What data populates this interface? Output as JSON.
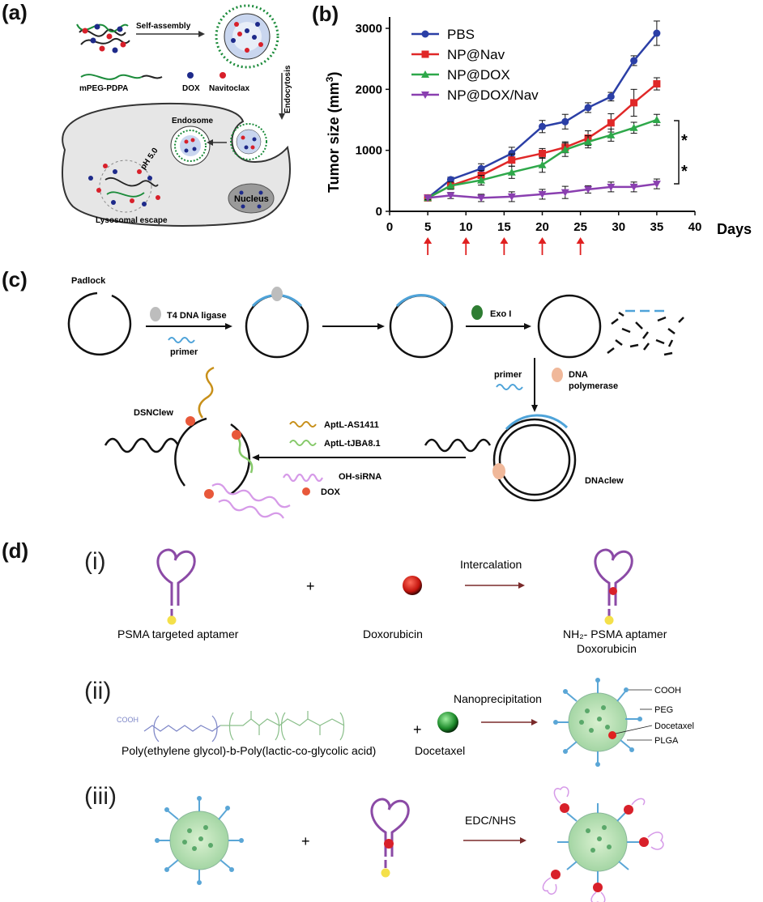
{
  "panels": {
    "a": {
      "label": "(a)",
      "self_assembly": "Self-assembly",
      "polymer": "mPEG-PDPA",
      "dox": "DOX",
      "navitoclax": "Navitoclax",
      "endocytosis": "Endocytosis",
      "endosome": "Endosome",
      "ph": "pH 5.0",
      "nucleus": "Nucleus",
      "lysosomal": "Lysosomal escape"
    },
    "b": {
      "label": "(b)",
      "days_label": "Days",
      "ylabel_main": "Tumor size (mm",
      "ylabel_sup": "3",
      "ylabel_end": ")",
      "sig1": "*",
      "sig2": "*"
    },
    "c": {
      "label": "(c)",
      "padlock": "Padlock",
      "ligase": "T4 DNA ligase",
      "primer1": "primer",
      "exo": "Exo  I",
      "primer2": "primer",
      "polymerase": "DNA polymerase",
      "dsnclew": "DSNClew",
      "dnaclew": "DNAclew",
      "aptl1": "AptL-AS1411",
      "aptl2": "AptL-tJBA8.1",
      "sirna": "OH-siRNA",
      "dox": "DOX"
    },
    "d": {
      "label": "(d)",
      "i": "(i)",
      "ii": "(ii)",
      "iii": "(iii)",
      "plus": "+",
      "psma": "PSMA targeted aptamer",
      "doxorubicin": "Doxorubicin",
      "intercalation": "Intercalation",
      "product1": "NH₂- PSMA aptamer",
      "product2": "Doxorubicin",
      "polymer_name": "Poly(ethylene glycol)-b-Poly(lactic-co-glycolic acid)",
      "docetaxel": "Docetaxel",
      "nanoprecipitation": "Nanoprecipitation",
      "cooh": "COOH",
      "peg": "PEG",
      "docetaxel_small": "Docetaxel",
      "plga": "PLGA",
      "edc": "EDC/NHS",
      "chem_cooh": "COOH"
    }
  },
  "chart_data": {
    "type": "line",
    "title": "",
    "xlabel": "Days",
    "ylabel": "Tumor size (mm3)",
    "xlim": [
      0,
      40
    ],
    "ylim": [
      0,
      3000
    ],
    "xticks": [
      0,
      5,
      10,
      15,
      20,
      25,
      30,
      35,
      40
    ],
    "yticks": [
      0,
      1000,
      2000,
      3000
    ],
    "legend_position": "top-left",
    "injection_days": [
      5,
      10,
      15,
      20,
      25
    ],
    "series": [
      {
        "name": "PBS",
        "color": "#2b3fa6",
        "marker": "circle",
        "x": [
          5,
          8,
          12,
          16,
          20,
          23,
          26,
          29,
          32,
          35
        ],
        "y": [
          220,
          520,
          700,
          950,
          1390,
          1470,
          1700,
          1880,
          2470,
          2920
        ],
        "err": [
          30,
          40,
          80,
          100,
          100,
          120,
          80,
          70,
          80,
          200
        ]
      },
      {
        "name": "NP@Nav",
        "color": "#e02828",
        "marker": "square",
        "x": [
          5,
          8,
          12,
          16,
          20,
          23,
          26,
          29,
          32,
          35
        ],
        "y": [
          220,
          420,
          590,
          840,
          950,
          1050,
          1200,
          1450,
          1780,
          2090
        ],
        "err": [
          30,
          40,
          80,
          100,
          80,
          90,
          120,
          150,
          220,
          100
        ]
      },
      {
        "name": "NP@DOX",
        "color": "#2ea84a",
        "marker": "triangle",
        "x": [
          5,
          8,
          12,
          16,
          20,
          23,
          26,
          29,
          32,
          35
        ],
        "y": [
          220,
          420,
          510,
          640,
          760,
          1010,
          1140,
          1250,
          1370,
          1500
        ],
        "err": [
          30,
          60,
          80,
          100,
          120,
          110,
          100,
          100,
          90,
          90
        ]
      },
      {
        "name": "NP@DOX/Nav",
        "color": "#8a3fb0",
        "marker": "triangle-down",
        "x": [
          5,
          8,
          12,
          16,
          20,
          23,
          26,
          29,
          32,
          35
        ],
        "y": [
          220,
          260,
          220,
          240,
          280,
          310,
          360,
          400,
          400,
          450
        ],
        "err": [
          30,
          50,
          60,
          80,
          80,
          100,
          60,
          80,
          80,
          80
        ]
      }
    ]
  }
}
